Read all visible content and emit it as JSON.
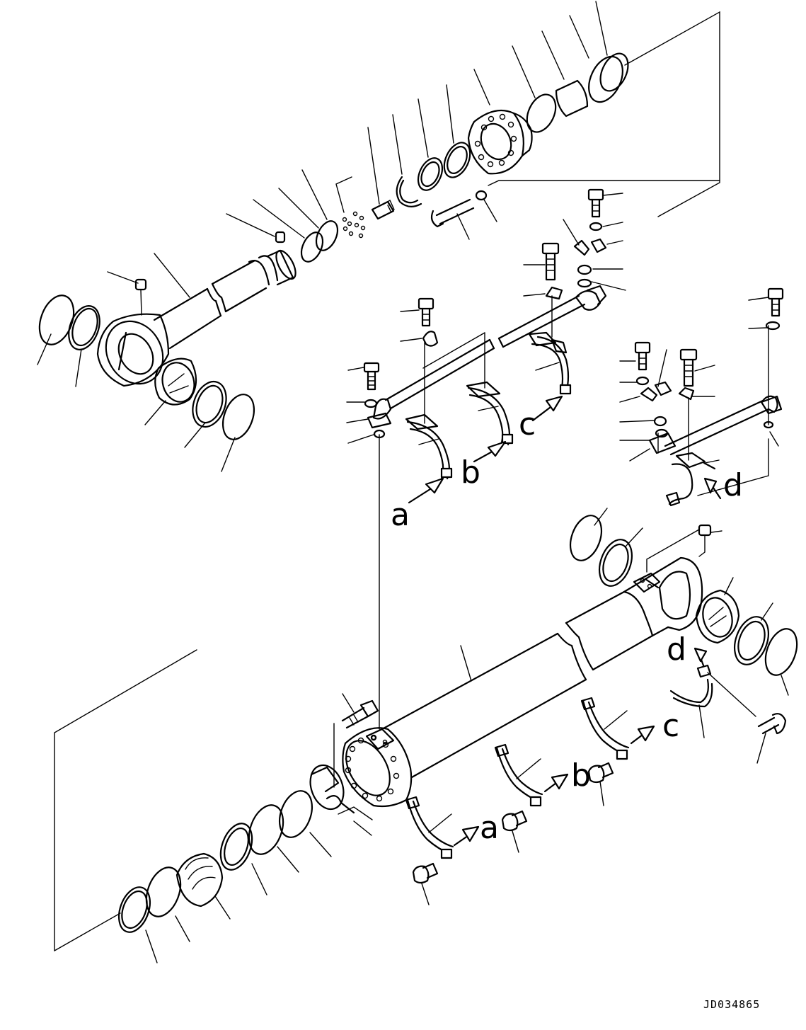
{
  "diagram": {
    "callout_letters": {
      "a_top": "a",
      "b_top": "b",
      "c_top": "c",
      "d_top": "d",
      "d_bottom": "d",
      "c_bottom": "c",
      "b_bottom": "b",
      "a_bottom": "a"
    },
    "drawing_code": "JD034865"
  }
}
